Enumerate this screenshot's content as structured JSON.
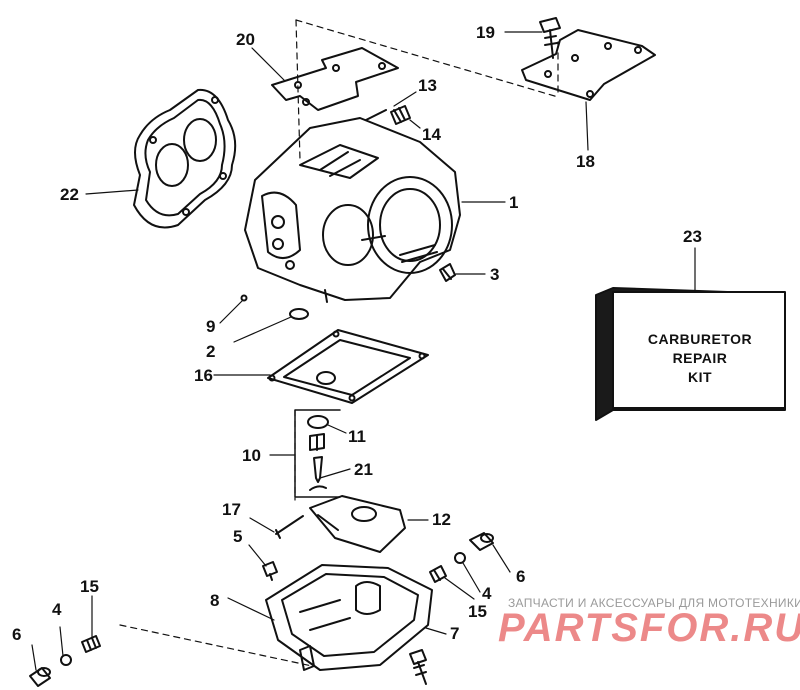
{
  "diagram": {
    "callouts": [
      {
        "id": "1",
        "text": "1"
      },
      {
        "id": "2",
        "text": "2"
      },
      {
        "id": "3",
        "text": "3"
      },
      {
        "id": "4a",
        "text": "4"
      },
      {
        "id": "4b",
        "text": "4"
      },
      {
        "id": "5",
        "text": "5"
      },
      {
        "id": "6a",
        "text": "6"
      },
      {
        "id": "6b",
        "text": "6"
      },
      {
        "id": "7",
        "text": "7"
      },
      {
        "id": "8",
        "text": "8"
      },
      {
        "id": "9",
        "text": "9"
      },
      {
        "id": "10",
        "text": "10"
      },
      {
        "id": "11",
        "text": "11"
      },
      {
        "id": "12",
        "text": "12"
      },
      {
        "id": "13",
        "text": "13"
      },
      {
        "id": "14",
        "text": "14"
      },
      {
        "id": "15a",
        "text": "15"
      },
      {
        "id": "15b",
        "text": "15"
      },
      {
        "id": "16",
        "text": "16"
      },
      {
        "id": "17",
        "text": "17"
      },
      {
        "id": "18",
        "text": "18"
      },
      {
        "id": "19",
        "text": "19"
      },
      {
        "id": "20",
        "text": "20"
      },
      {
        "id": "21",
        "text": "21"
      },
      {
        "id": "22",
        "text": "22"
      },
      {
        "id": "23",
        "text": "23"
      }
    ],
    "repair_kit": {
      "line1": "CARBURETOR",
      "line2": "REPAIR",
      "line3": "KIT"
    }
  },
  "watermark": {
    "tagline": "ЗАПЧАСТИ И АКСЕССУАРЫ ДЛЯ МОТОТЕХНИКИ",
    "brand": "PARTSFOR.RU"
  }
}
